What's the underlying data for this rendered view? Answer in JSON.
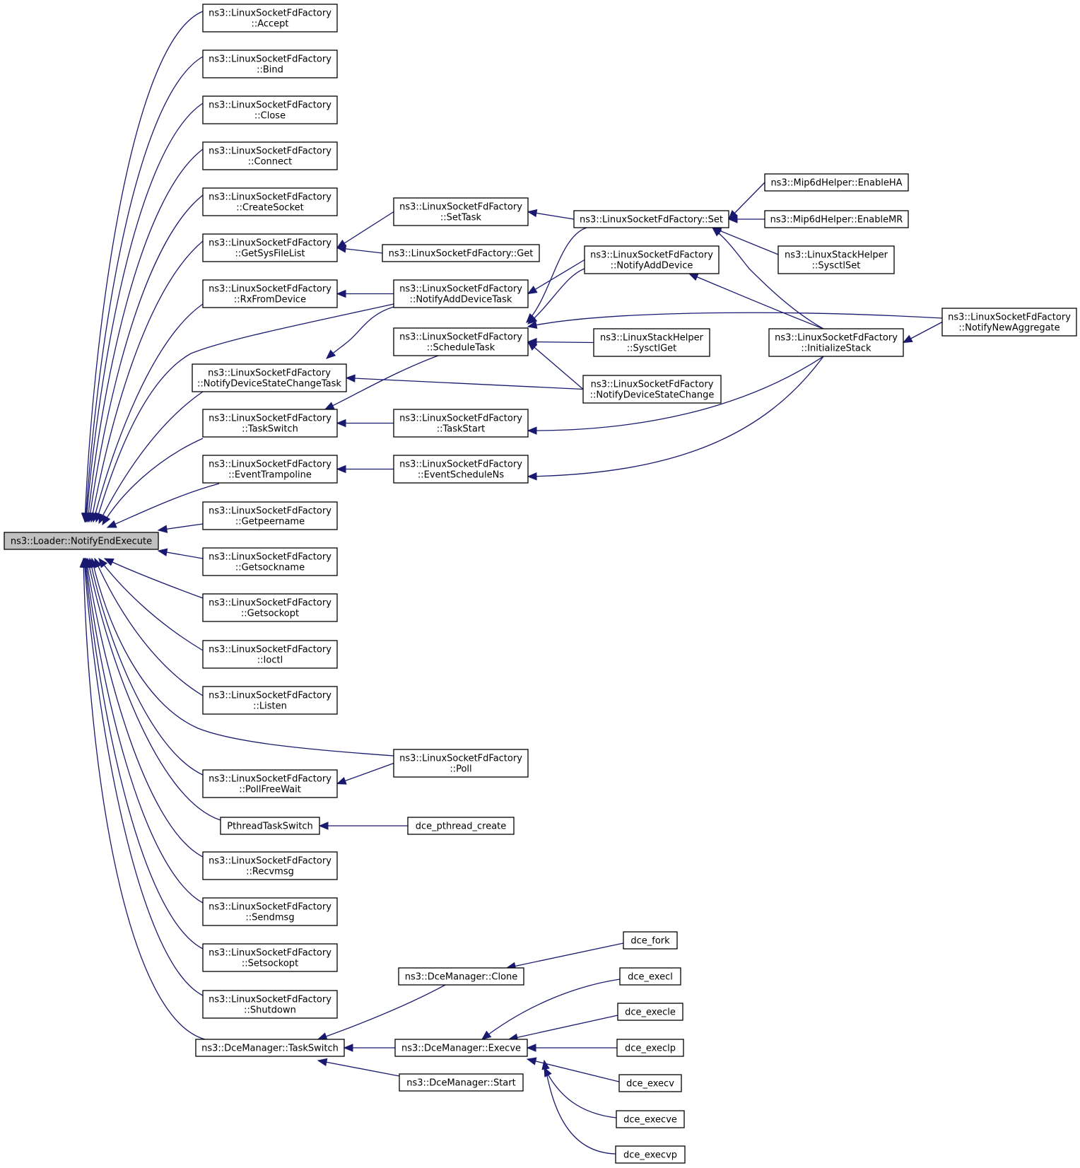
{
  "graph": {
    "colors": {
      "edge": "#191970",
      "box_border": "#000000",
      "root_fill": "#c0c0c0",
      "box_fill": "#ffffff"
    },
    "root": "root",
    "nodes": {
      "root": [
        "ns3::Loader::NotifyEndExecute"
      ],
      "accept": [
        "ns3::LinuxSocketFdFactory",
        "::Accept"
      ],
      "bind": [
        "ns3::LinuxSocketFdFactory",
        "::Bind"
      ],
      "close": [
        "ns3::LinuxSocketFdFactory",
        "::Close"
      ],
      "connect": [
        "ns3::LinuxSocketFdFactory",
        "::Connect"
      ],
      "createsocket": [
        "ns3::LinuxSocketFdFactory",
        "::CreateSocket"
      ],
      "getsysfilelist": [
        "ns3::LinuxSocketFdFactory",
        "::GetSysFileList"
      ],
      "rxfromdevice": [
        "ns3::LinuxSocketFdFactory",
        "::RxFromDevice"
      ],
      "notifydevicestatechangetask": [
        "ns3::LinuxSocketFdFactory",
        "::NotifyDeviceStateChangeTask"
      ],
      "taskswitch": [
        "ns3::LinuxSocketFdFactory",
        "::TaskSwitch"
      ],
      "eventtrampoline": [
        "ns3::LinuxSocketFdFactory",
        "::EventTrampoline"
      ],
      "getpeername": [
        "ns3::LinuxSocketFdFactory",
        "::Getpeername"
      ],
      "getsockname": [
        "ns3::LinuxSocketFdFactory",
        "::Getsockname"
      ],
      "getsockopt": [
        "ns3::LinuxSocketFdFactory",
        "::Getsockopt"
      ],
      "ioctl": [
        "ns3::LinuxSocketFdFactory",
        "::Ioctl"
      ],
      "listen": [
        "ns3::LinuxSocketFdFactory",
        "::Listen"
      ],
      "pollfreewait": [
        "ns3::LinuxSocketFdFactory",
        "::PollFreeWait"
      ],
      "pthreadtaskswitch": [
        "PthreadTaskSwitch"
      ],
      "recvmsg": [
        "ns3::LinuxSocketFdFactory",
        "::Recvmsg"
      ],
      "sendmsg": [
        "ns3::LinuxSocketFdFactory",
        "::Sendmsg"
      ],
      "setsockopt": [
        "ns3::LinuxSocketFdFactory",
        "::Setsockopt"
      ],
      "shutdown": [
        "ns3::LinuxSocketFdFactory",
        "::Shutdown"
      ],
      "dcetaskswitch": [
        "ns3::DceManager::TaskSwitch"
      ],
      "settask": [
        "ns3::LinuxSocketFdFactory",
        "::SetTask"
      ],
      "get": [
        "ns3::LinuxSocketFdFactory::Get"
      ],
      "notifyadddevicetask": [
        "ns3::LinuxSocketFdFactory",
        "::NotifyAddDeviceTask"
      ],
      "scheduletask": [
        "ns3::LinuxSocketFdFactory",
        "::ScheduleTask"
      ],
      "taskstart": [
        "ns3::LinuxSocketFdFactory",
        "::TaskStart"
      ],
      "eventschedulens": [
        "ns3::LinuxSocketFdFactory",
        "::EventScheduleNs"
      ],
      "poll": [
        "ns3::LinuxSocketFdFactory",
        "::Poll"
      ],
      "dcepthreadcreate": [
        "dce_pthread_create"
      ],
      "clone": [
        "ns3::DceManager::Clone"
      ],
      "execve_m": [
        "ns3::DceManager::Execve"
      ],
      "start": [
        "ns3::DceManager::Start"
      ],
      "set": [
        "ns3::LinuxSocketFdFactory::Set"
      ],
      "notifyadddevice": [
        "ns3::LinuxSocketFdFactory",
        "::NotifyAddDevice"
      ],
      "sysctlget": [
        "ns3::LinuxStackHelper",
        "::SysctlGet"
      ],
      "notifydevicestatechange": [
        "ns3::LinuxSocketFdFactory",
        "::NotifyDeviceStateChange"
      ],
      "enableha": [
        "ns3::Mip6dHelper::EnableHA"
      ],
      "enablemr": [
        "ns3::Mip6dHelper::EnableMR"
      ],
      "sysctlset": [
        "ns3::LinuxStackHelper",
        "::SysctlSet"
      ],
      "initializestack": [
        "ns3::LinuxSocketFdFactory",
        "::InitializeStack"
      ],
      "notifynewaggregate": [
        "ns3::LinuxSocketFdFactory",
        "::NotifyNewAggregate"
      ],
      "dcefork": [
        "dce_fork"
      ],
      "dceexecl": [
        "dce_execl"
      ],
      "dceexecle": [
        "dce_execle"
      ],
      "dceexeclp": [
        "dce_execlp"
      ],
      "dceexecv": [
        "dce_execv"
      ],
      "dceexecve": [
        "dce_execve"
      ],
      "dceexecvp": [
        "dce_execvp"
      ]
    },
    "edges": [
      [
        "accept",
        "root"
      ],
      [
        "bind",
        "root"
      ],
      [
        "close",
        "root"
      ],
      [
        "connect",
        "root"
      ],
      [
        "createsocket",
        "root"
      ],
      [
        "getsysfilelist",
        "root"
      ],
      [
        "rxfromdevice",
        "root"
      ],
      [
        "notifyadddevicetask",
        "root"
      ],
      [
        "notifydevicestatechangetask",
        "root"
      ],
      [
        "taskswitch",
        "root"
      ],
      [
        "eventtrampoline",
        "root"
      ],
      [
        "getpeername",
        "root"
      ],
      [
        "getsockname",
        "root"
      ],
      [
        "getsockopt",
        "root"
      ],
      [
        "ioctl",
        "root"
      ],
      [
        "listen",
        "root"
      ],
      [
        "poll",
        "root"
      ],
      [
        "pollfreewait",
        "root"
      ],
      [
        "pthreadtaskswitch",
        "root"
      ],
      [
        "recvmsg",
        "root"
      ],
      [
        "sendmsg",
        "root"
      ],
      [
        "setsockopt",
        "root"
      ],
      [
        "shutdown",
        "root"
      ],
      [
        "dcetaskswitch",
        "root"
      ],
      [
        "settask",
        "getsysfilelist"
      ],
      [
        "get",
        "getsysfilelist"
      ],
      [
        "notifyadddevicetask",
        "rxfromdevice"
      ],
      [
        "notifyadddevicetask",
        "notifydevicestatechangetask"
      ],
      [
        "notifydevicestatechange",
        "notifydevicestatechangetask"
      ],
      [
        "scheduletask",
        "taskswitch"
      ],
      [
        "taskstart",
        "taskswitch"
      ],
      [
        "eventschedulens",
        "eventtrampoline"
      ],
      [
        "poll",
        "pollfreewait"
      ],
      [
        "dcepthreadcreate",
        "pthreadtaskswitch"
      ],
      [
        "clone",
        "dcetaskswitch"
      ],
      [
        "execve_m",
        "dcetaskswitch"
      ],
      [
        "start",
        "dcetaskswitch"
      ],
      [
        "set",
        "settask"
      ],
      [
        "notifyadddevice",
        "notifyadddevicetask"
      ],
      [
        "set",
        "scheduletask"
      ],
      [
        "notifyadddevice",
        "scheduletask"
      ],
      [
        "sysctlget",
        "scheduletask"
      ],
      [
        "notifydevicestatechange",
        "scheduletask"
      ],
      [
        "notifynewaggregate",
        "scheduletask"
      ],
      [
        "initializestack",
        "taskstart"
      ],
      [
        "initializestack",
        "eventschedulens"
      ],
      [
        "dcefork",
        "clone"
      ],
      [
        "dceexecl",
        "execve_m"
      ],
      [
        "dceexecle",
        "execve_m"
      ],
      [
        "dceexeclp",
        "execve_m"
      ],
      [
        "dceexecv",
        "execve_m"
      ],
      [
        "dceexecve",
        "execve_m"
      ],
      [
        "dceexecvp",
        "execve_m"
      ],
      [
        "enableha",
        "set"
      ],
      [
        "enablemr",
        "set"
      ],
      [
        "sysctlset",
        "set"
      ],
      [
        "initializestack",
        "set"
      ],
      [
        "initializestack",
        "notifyadddevice"
      ],
      [
        "notifynewaggregate",
        "initializestack"
      ]
    ]
  }
}
